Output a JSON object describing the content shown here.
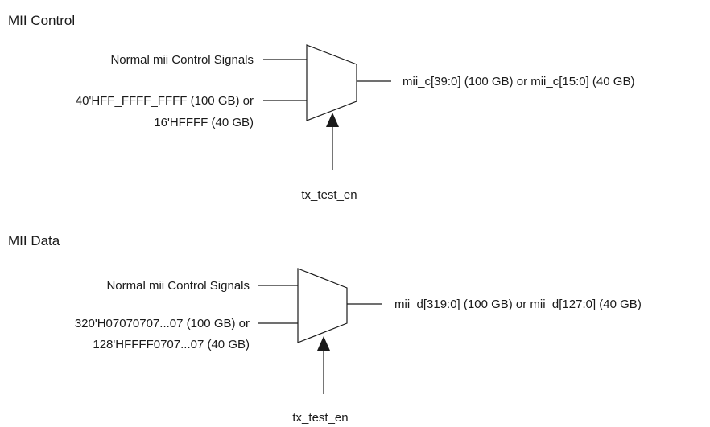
{
  "sections": [
    {
      "title": "MII Control",
      "input_top": "Normal mii Control Signals",
      "input_bottom_line1": "40'HFF_FFFF_FFFF (100 GB) or",
      "input_bottom_line2": "16'HFFFF (40 GB)",
      "output": "mii_c[39:0] (100 GB) or mii_c[15:0] (40 GB)",
      "select": "tx_test_en"
    },
    {
      "title": "MII Data",
      "input_top": "Normal mii Control Signals",
      "input_bottom_line1": "320'H07070707...07 (100 GB) or",
      "input_bottom_line2": "128'HFFFF0707...07 (40 GB)",
      "output": "mii_d[319:0] (100 GB) or mii_d[127:0] (40 GB)",
      "select": "tx_test_en"
    }
  ]
}
